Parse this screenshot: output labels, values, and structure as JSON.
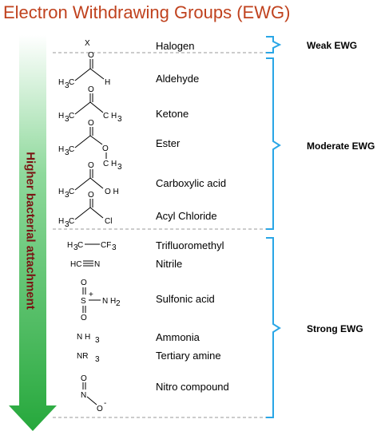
{
  "title": "Electron Withdrawing Groups (EWG)",
  "arrow_label": "Higher bacterial attachment",
  "colors": {
    "title": "#c0421e",
    "arrow": "#2fb344",
    "brace": "#29a6e6"
  },
  "groups": [
    {
      "name": "Halogen",
      "formula": "X"
    },
    {
      "name": "Aldehyde",
      "formula": "H3C-CHO"
    },
    {
      "name": "Ketone",
      "formula": "H3C-CO-CH3"
    },
    {
      "name": "Ester",
      "formula": "H3C-CO-O-CH3"
    },
    {
      "name": "Carboxylic acid",
      "formula": "H3C-CO-OH"
    },
    {
      "name": "Acyl Chloride",
      "formula": "H3C-CO-Cl"
    },
    {
      "name": "Trifluoromethyl",
      "formula": "H3C-CF3"
    },
    {
      "name": "Nitrile",
      "formula": "HC≡N"
    },
    {
      "name": "Sulfonic acid",
      "formula": "S(=O)(=O)+NH2"
    },
    {
      "name": "Ammonia",
      "formula": "NH3"
    },
    {
      "name": "Tertiary amine",
      "formula": "NR3"
    },
    {
      "name": "Nitro compound",
      "formula": "NO2-"
    }
  ],
  "categories": [
    "Weak EWG",
    "Moderate EWG",
    "Strong EWG"
  ]
}
